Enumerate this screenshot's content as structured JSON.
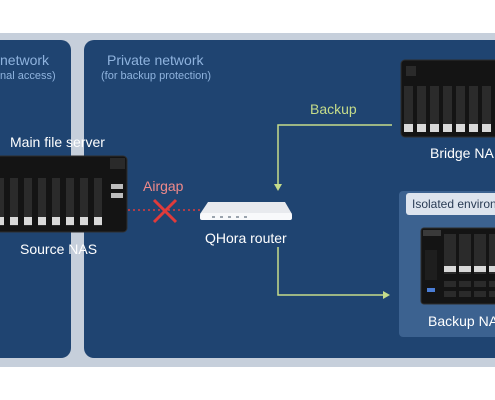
{
  "colors": {
    "panel": "#1f4471",
    "band": "#c6cfdb",
    "backup_line": "#c5dc8a",
    "airgap": "#e03b3b",
    "title_text": "#8fb3de"
  },
  "left_panel": {
    "title": "network",
    "subtitle": "nal access)"
  },
  "right_panel": {
    "title": "Private network",
    "subtitle": "(for backup protection)"
  },
  "nodes": {
    "main_file_server": "Main file server",
    "source_nas": "Source NAS",
    "router": "QHora router",
    "bridge_nas": "Bridge NA",
    "backup_nas": "Backup NA"
  },
  "isolated_env": "Isolated environ",
  "labels": {
    "airgap": "Airgap",
    "backup": "Backup"
  },
  "icons": [
    "nas-icon",
    "router-icon",
    "cross-icon",
    "arrow-icon"
  ]
}
